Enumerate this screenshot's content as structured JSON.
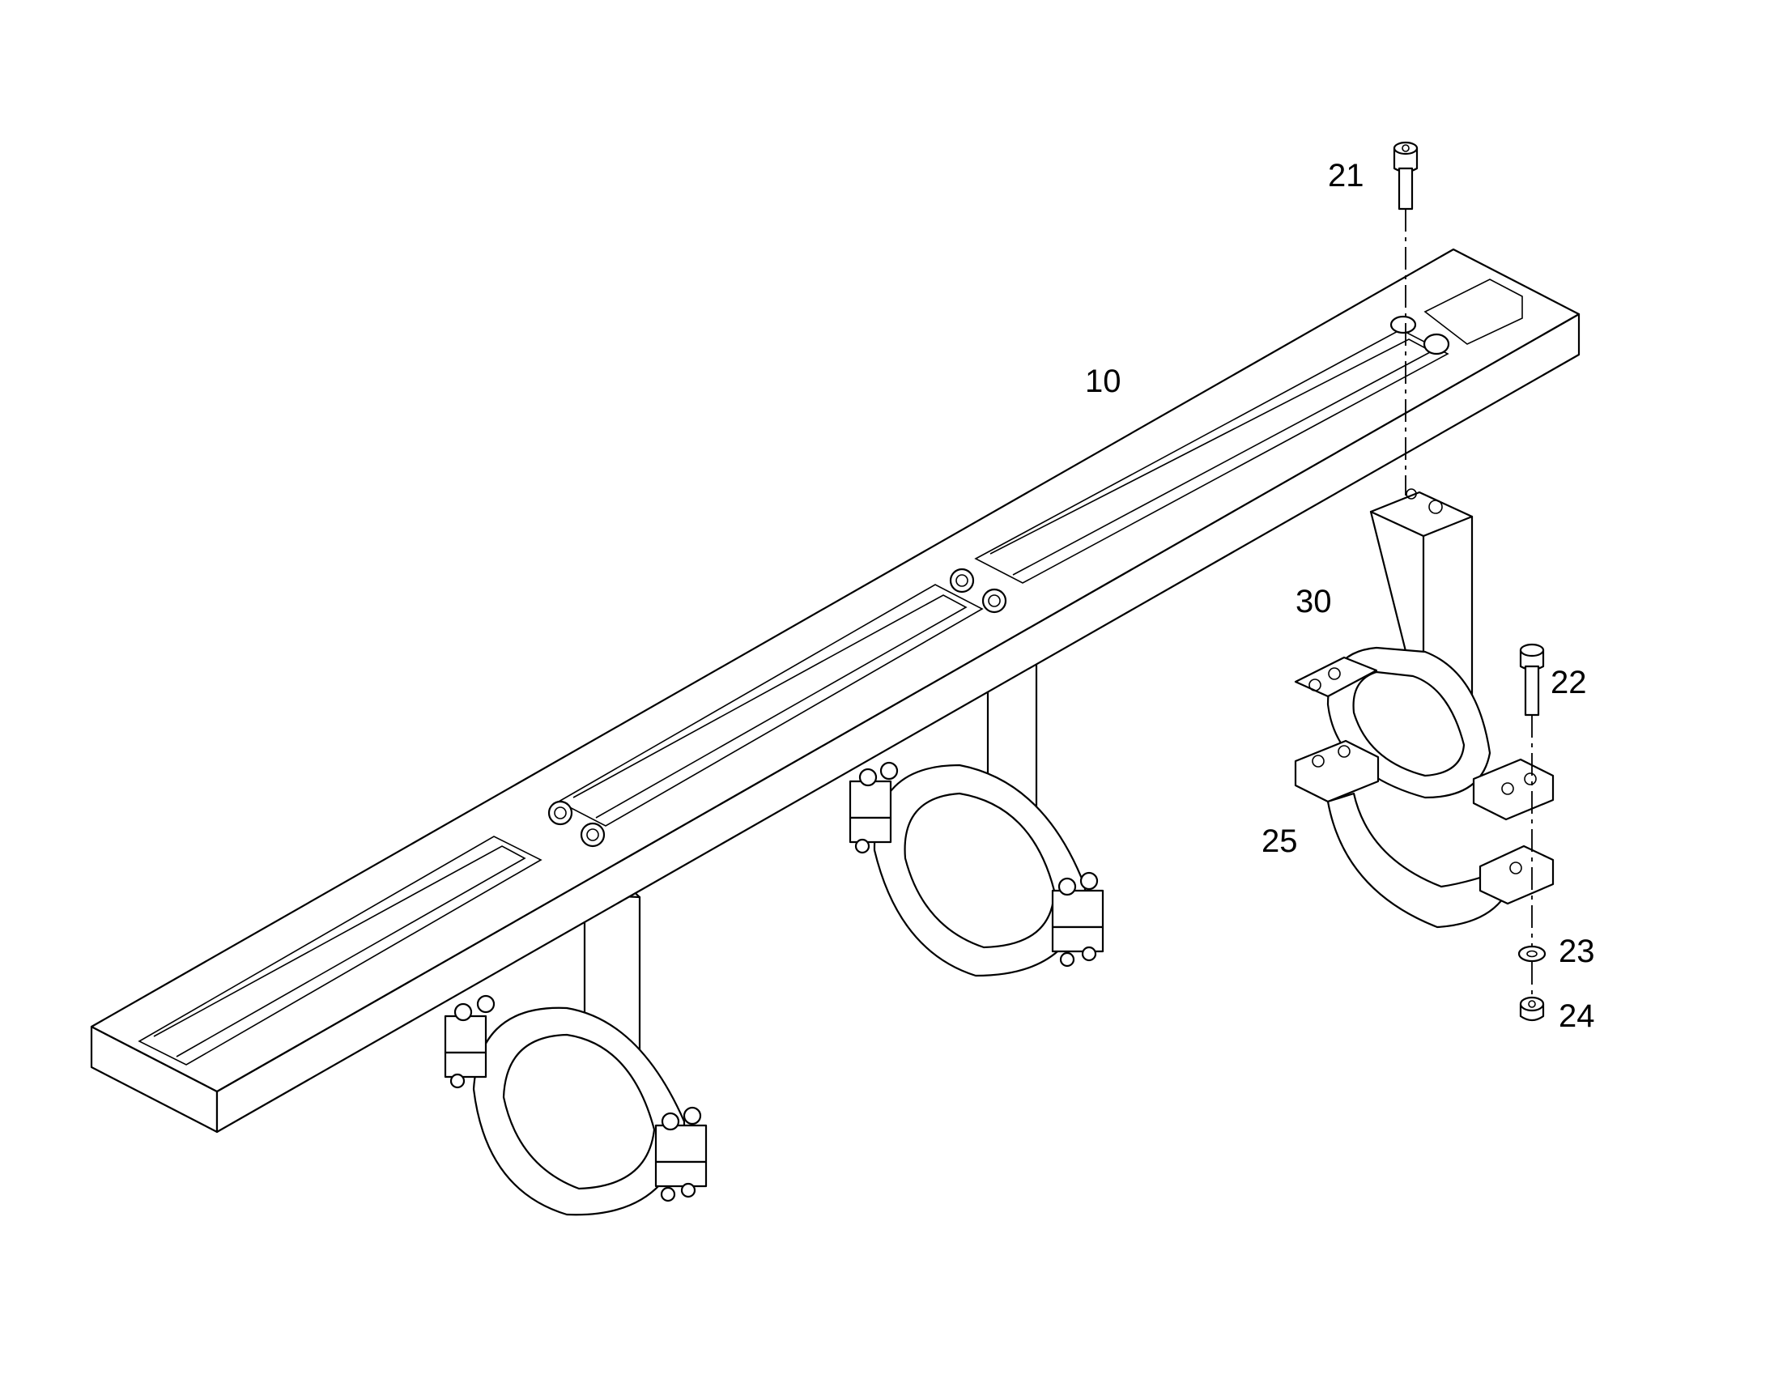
{
  "diagram": {
    "callouts": {
      "c10": "10",
      "c21": "21",
      "c22": "22",
      "c23": "23",
      "c24": "24",
      "c25": "25",
      "c30": "30"
    },
    "colors": {
      "line": "#000000",
      "background": "#ffffff"
    }
  }
}
